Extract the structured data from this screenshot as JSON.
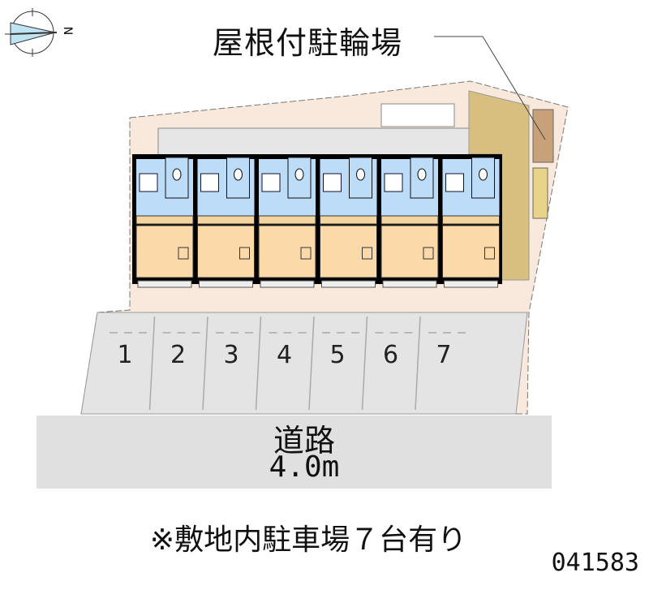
{
  "compass": {
    "north_label": "N"
  },
  "bike_parking": {
    "label": "屋根付駐輪場"
  },
  "parking": {
    "spaces": [
      "1",
      "2",
      "3",
      "4",
      "5",
      "6",
      "7"
    ]
  },
  "road": {
    "name": "道路",
    "width": "4.0m"
  },
  "note": "※敷地内駐車場７台有り",
  "code": "041583",
  "building": {
    "unit_count": 6
  },
  "colors": {
    "lot": "#f8e9dc",
    "parking": "#e4e4e4",
    "road": "#e0e0e0",
    "bath": "#bcdcf8",
    "room": "#fcd9a8",
    "bike": "#d9bf7f"
  }
}
